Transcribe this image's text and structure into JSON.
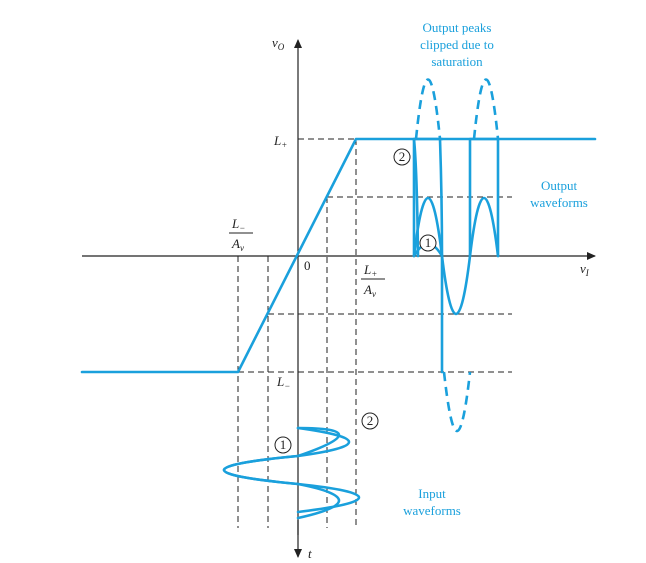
{
  "labels": {
    "y_axis": "v",
    "y_axis_sub": "O",
    "x_axis": "v",
    "x_axis_sub": "I",
    "t_axis": "t",
    "origin": "0",
    "l_plus": "L",
    "l_plus_sub": "+",
    "l_minus": "L",
    "l_minus_sub": "−",
    "frac_neg_num": "L",
    "frac_neg_num_sub": "−",
    "frac_den": "A",
    "frac_den_sub": "v",
    "frac_pos_num": "L",
    "frac_pos_num_sub": "+",
    "circle_1": "1",
    "circle_2": "2"
  },
  "annotations": {
    "clipped_line1": "Output peaks",
    "clipped_line2": "clipped due to",
    "clipped_line3": "saturation",
    "output_line1": "Output",
    "output_line2": "waveforms",
    "input_line1": "Input",
    "input_line2": "waveforms"
  },
  "colors": {
    "curve": "#1aa0dc",
    "axis": "#222222"
  }
}
